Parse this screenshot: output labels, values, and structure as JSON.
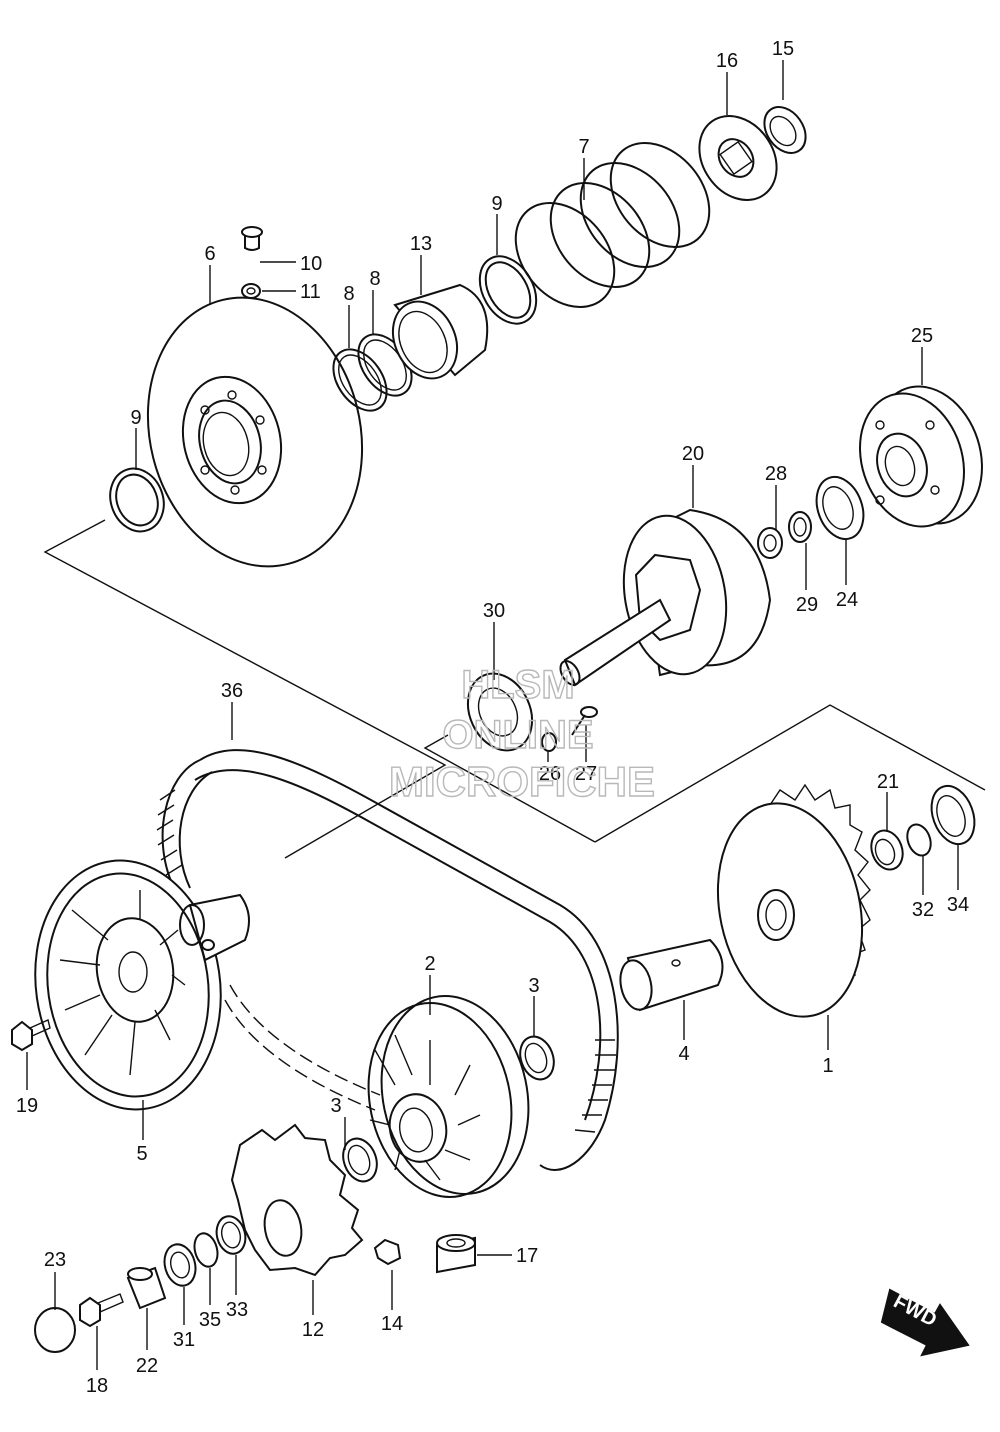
{
  "parts": [
    {
      "num": "1"
    },
    {
      "num": "2"
    },
    {
      "num": "3"
    },
    {
      "num": "3"
    },
    {
      "num": "4"
    },
    {
      "num": "5"
    },
    {
      "num": "6"
    },
    {
      "num": "7"
    },
    {
      "num": "8"
    },
    {
      "num": "8"
    },
    {
      "num": "9"
    },
    {
      "num": "9"
    },
    {
      "num": "10"
    },
    {
      "num": "11"
    },
    {
      "num": "12"
    },
    {
      "num": "13"
    },
    {
      "num": "14"
    },
    {
      "num": "15"
    },
    {
      "num": "16"
    },
    {
      "num": "17"
    },
    {
      "num": "18"
    },
    {
      "num": "19"
    },
    {
      "num": "20"
    },
    {
      "num": "21"
    },
    {
      "num": "22"
    },
    {
      "num": "23"
    },
    {
      "num": "24"
    },
    {
      "num": "25"
    },
    {
      "num": "26"
    },
    {
      "num": "27"
    },
    {
      "num": "28"
    },
    {
      "num": "29"
    },
    {
      "num": "30"
    },
    {
      "num": "31"
    },
    {
      "num": "32"
    },
    {
      "num": "33"
    },
    {
      "num": "34"
    },
    {
      "num": "35"
    },
    {
      "num": "36"
    }
  ],
  "watermark": {
    "line1": "HLSM",
    "line2": "ONLINE",
    "line3": "MICROFICHE"
  },
  "direction_arrow": {
    "label": "FWD",
    "icon": "fwd-arrow-icon"
  }
}
